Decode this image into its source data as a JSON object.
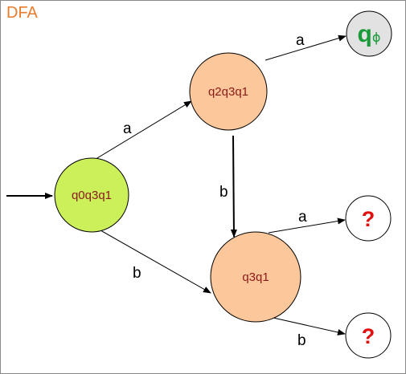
{
  "title": "DFA",
  "colors": {
    "title": "#e87b2c",
    "start_state_fill": "#ccf05a",
    "state_fill": "#fbc79b",
    "dead_state_fill": "#e2e2e2",
    "unknown_fill": "#ffffff",
    "state_text": "#8b1a1a",
    "dead_text": "#1a9a3a",
    "unknown_text": "#e01010"
  },
  "states": {
    "start": "q0q3q1",
    "upper": "q2q3q1",
    "lower": "q3q1",
    "dead_main": "q",
    "dead_sub": "ϕ",
    "unknown_1": "?",
    "unknown_2": "?"
  },
  "transitions": {
    "start_to_upper": "a",
    "start_to_lower": "b",
    "upper_to_dead": "a",
    "upper_to_lower": "b",
    "lower_to_unknown_1": "a",
    "lower_to_unknown_2": "b"
  }
}
